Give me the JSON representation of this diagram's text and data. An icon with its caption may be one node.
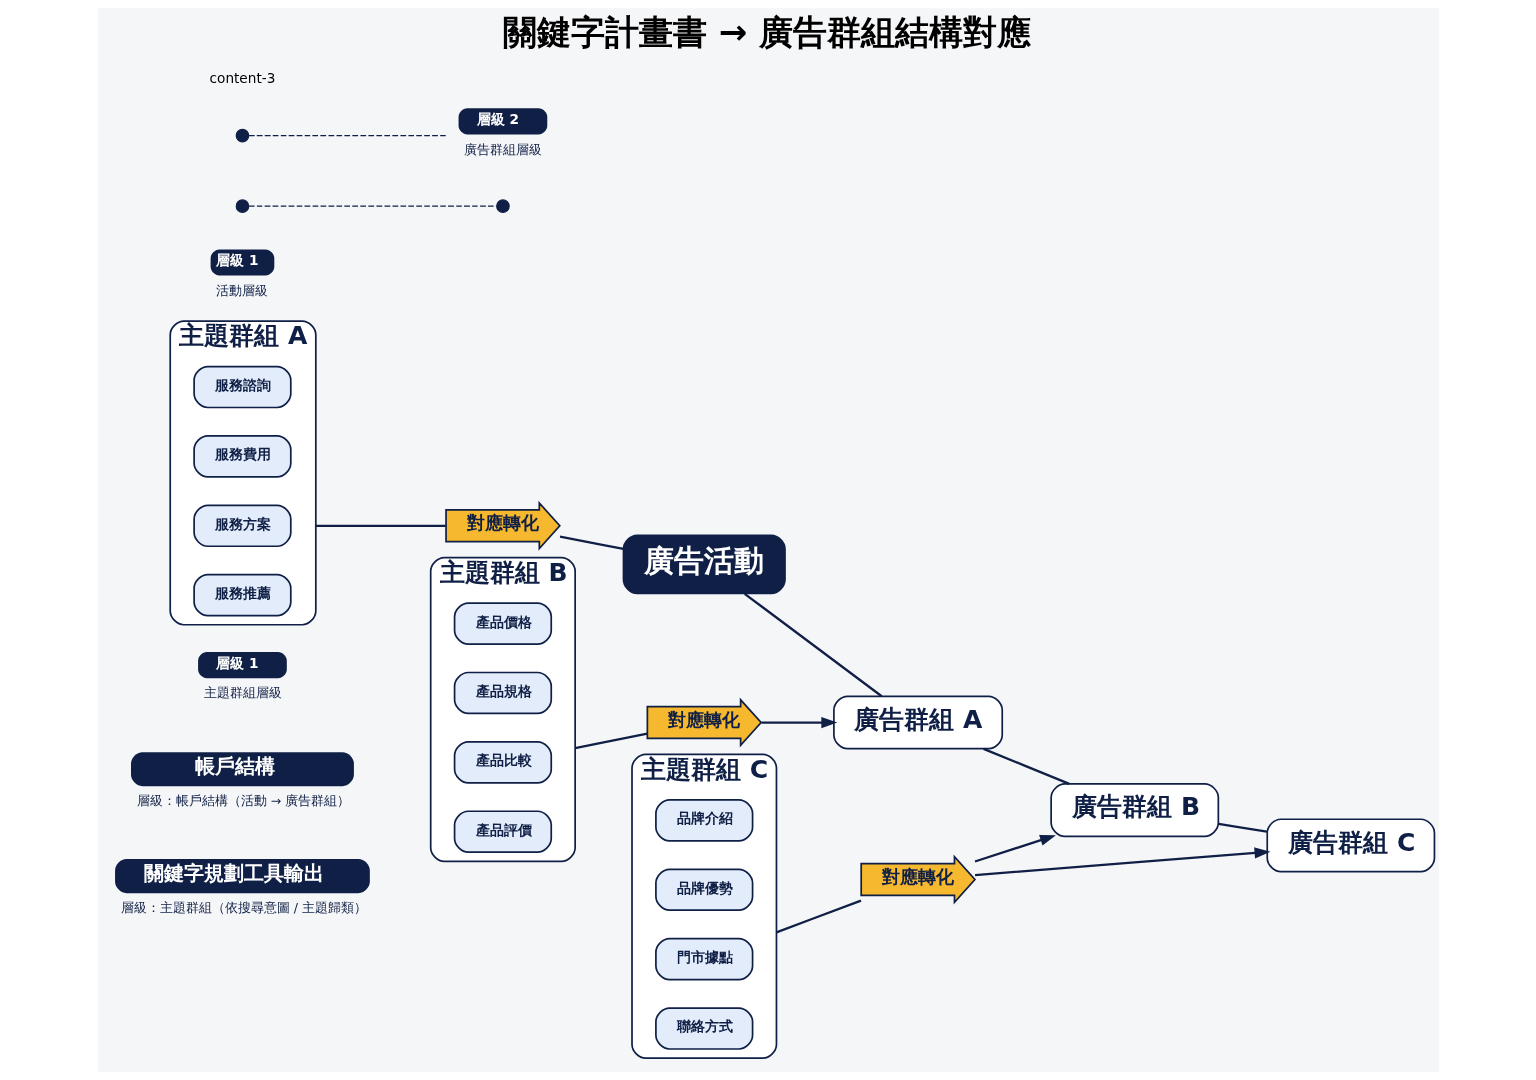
{
  "diagram": {
    "title": "關鍵字計畫書 → 廣告群組結構對應",
    "nodes": [
      {
        "text": [
          "關鍵字規劃工具輸出"
        ],
        "beside": [
          "層級：主題群組（依搜尋意圖 / 主題歸類）"
        ]
      },
      {
        "text": [
          "帳戶結構"
        ],
        "beside": [
          "層級：帳戶結構（活動 → 廣告群組）"
        ]
      },
      {
        "text": [
          "層級 1"
        ],
        "beside": [
          "主題群組層級"
        ]
      },
      {
        "text": [
          "主題群組 A"
        ]
      },
      {
        "text": [
          "服務諮詢"
        ],
        "in": 3
      },
      {
        "text": [
          "服務費用"
        ],
        "in": 3
      },
      {
        "text": [
          "服務方案"
        ],
        "in": 3
      },
      {
        "text": [
          "服務推薦"
        ],
        "in": 3
      },
      {
        "text": [
          "對應轉化"
        ]
      },
      {
        "text": [
          "廣告活動"
        ]
      },
      {
        "text": [
          "層級 1"
        ],
        "beside": [
          "活動層級"
        ]
      },
      {
        "text": [],
        "shape": "circle"
      },
      {
        "text": [],
        "shape": "circle"
      },
      {
        "text": [
          "主題群組 B"
        ]
      },
      {
        "text": [
          "產品價格"
        ],
        "in": 13
      },
      {
        "text": [
          "產品規格"
        ],
        "in": 13
      },
      {
        "text": [
          "產品比較"
        ],
        "in": 13
      },
      {
        "text": [
          "產品評價"
        ],
        "in": 13
      },
      {
        "text": [
          "對應轉化"
        ]
      },
      {
        "text": [
          "廣告群組 A"
        ]
      },
      {
        "text": [
          "層級 2"
        ],
        "beside": [
          "廣告群組層級"
        ]
      },
      {
        "text": [
          "主題群組 C"
        ]
      },
      {
        "text": [
          "品牌介紹"
        ],
        "in": 21
      },
      {
        "text": [
          "品牌優勢"
        ],
        "in": 21
      },
      {
        "text": [
          "門市據點"
        ],
        "in": 21
      },
      {
        "text": [
          "聯絡方式"
        ],
        "in": 21
      },
      {
        "text": [
          "對應轉化"
        ]
      },
      {
        "text": [
          "廣告群組 B"
        ]
      },
      {
        "text": [],
        "shape": "circle"
      },
      {
        "text": [
          "廣告群組 C"
        ]
      }
    ],
    "edges": [
      {
        "from": 3,
        "to": 8,
        "arrow": "none"
      },
      {
        "from": 8,
        "to": 9,
        "arrow": "none"
      },
      {
        "from": 13,
        "to": 18,
        "arrow": "none"
      },
      {
        "from": 18,
        "to": 19,
        "arrow": "to"
      },
      {
        "from": 21,
        "to": 26,
        "arrow": "none"
      },
      {
        "from": 26,
        "to": 27,
        "arrow": "to"
      },
      {
        "from": 26,
        "to": 29,
        "arrow": "to"
      },
      {
        "from": 9,
        "to": 19,
        "arrow": "none"
      },
      {
        "from": 19,
        "to": 27,
        "arrow": "none"
      },
      {
        "from": 27,
        "to": 29,
        "arrow": "none"
      },
      {
        "from": 11,
        "to": 28,
        "arrow": "none",
        "style": "dashed"
      },
      {
        "from": 12,
        "to": 20,
        "arrow": "none",
        "style": "dashed"
      }
    ],
    "labels": [
      "content-3"
    ]
  }
}
